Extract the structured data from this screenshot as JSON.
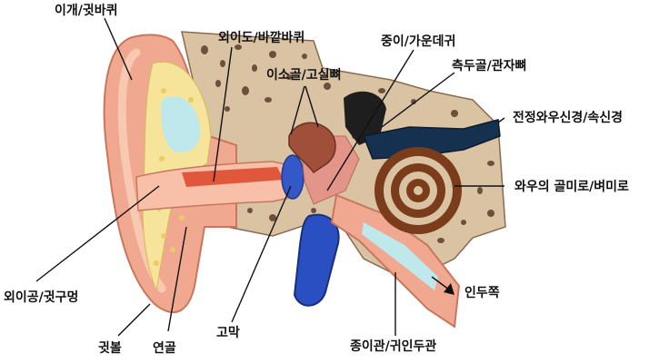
{
  "labels": {
    "auricle": "이개/귓바퀴",
    "external_canal": "외이도/바깥바퀴",
    "ossicles": "이소골/고실뼈",
    "middle_ear_cavity": "중이/가운데귀",
    "temporal_bone": "측두골/관자뼈",
    "vestibulocochlear_nerve": "전정와우신경/속신경",
    "cochlea": "와우의 골미로/벼미로",
    "external_opening": "외이공/귓구멍",
    "to_pharynx": "인두쪽",
    "earlobe": "귓볼",
    "cartilage": "연골",
    "eardrum": "고막",
    "eustachian_tube": "종이관/귀인두관"
  },
  "colors": {
    "skin": "#f0a890",
    "skin_light": "#f8c8b0",
    "fat": "#f5e49a",
    "fluid": "#bfe8ec",
    "bone": "#d9c3a3",
    "bone_pore": "#7a5a45",
    "canal_red": "#e0573c",
    "eardrum_blue": "#3558c8",
    "tube_blue": "#2a4fc2",
    "ossicle_brown": "#a0503a",
    "nerve_navy": "#16304f",
    "cochlea_brown": "#7a3c1a"
  }
}
